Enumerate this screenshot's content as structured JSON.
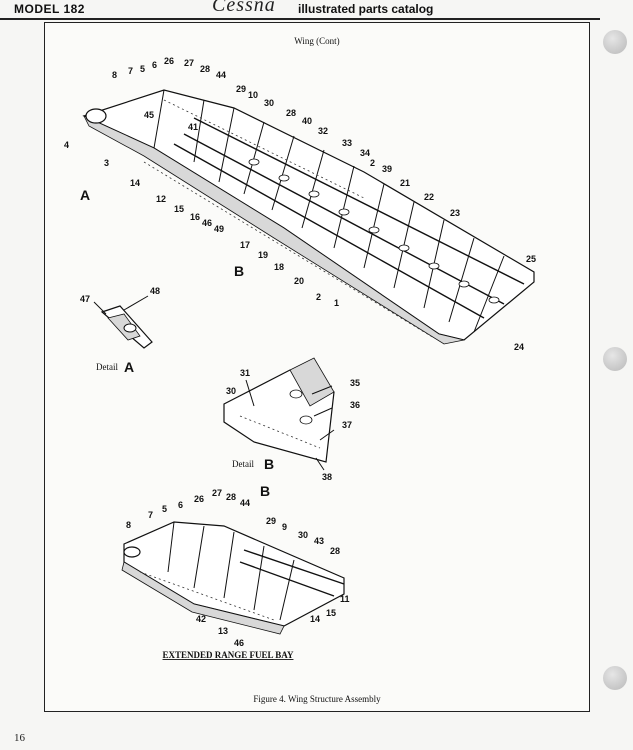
{
  "header": {
    "model": "MODEL 182",
    "brand": "Cessna",
    "catalog_title": "illustrated parts catalog"
  },
  "figure": {
    "section_title": "Wing (Cont)",
    "detail_a_label": "Detail",
    "detail_a_letter": "A",
    "detail_b_label": "Detail",
    "detail_b_letter": "B",
    "fuel_bay_title": "EXTENDED RANGE FUEL BAY",
    "caption": "Figure 4.  Wing Structure Assembly"
  },
  "callouts": {
    "main": [
      "8",
      "7",
      "5",
      "6",
      "26",
      "27",
      "28",
      "44",
      "29",
      "10",
      "30",
      "28",
      "40",
      "32",
      "33",
      "34",
      "2",
      "39",
      "21",
      "22",
      "23",
      "25",
      "45",
      "41",
      "4",
      "3",
      "14",
      "12",
      "15",
      "16",
      "46",
      "49",
      "17",
      "19",
      "18",
      "20",
      "2",
      "1",
      "24",
      "A",
      "B"
    ],
    "detail_a": [
      "47",
      "48"
    ],
    "detail_b": [
      "31",
      "30",
      "35",
      "36",
      "37",
      "38"
    ],
    "fuel_bay": [
      "27",
      "26",
      "6",
      "5",
      "7",
      "8",
      "28",
      "44",
      "B",
      "29",
      "9",
      "30",
      "43",
      "28",
      "11",
      "15",
      "14",
      "13",
      "42",
      "46"
    ]
  },
  "page_number": "16"
}
